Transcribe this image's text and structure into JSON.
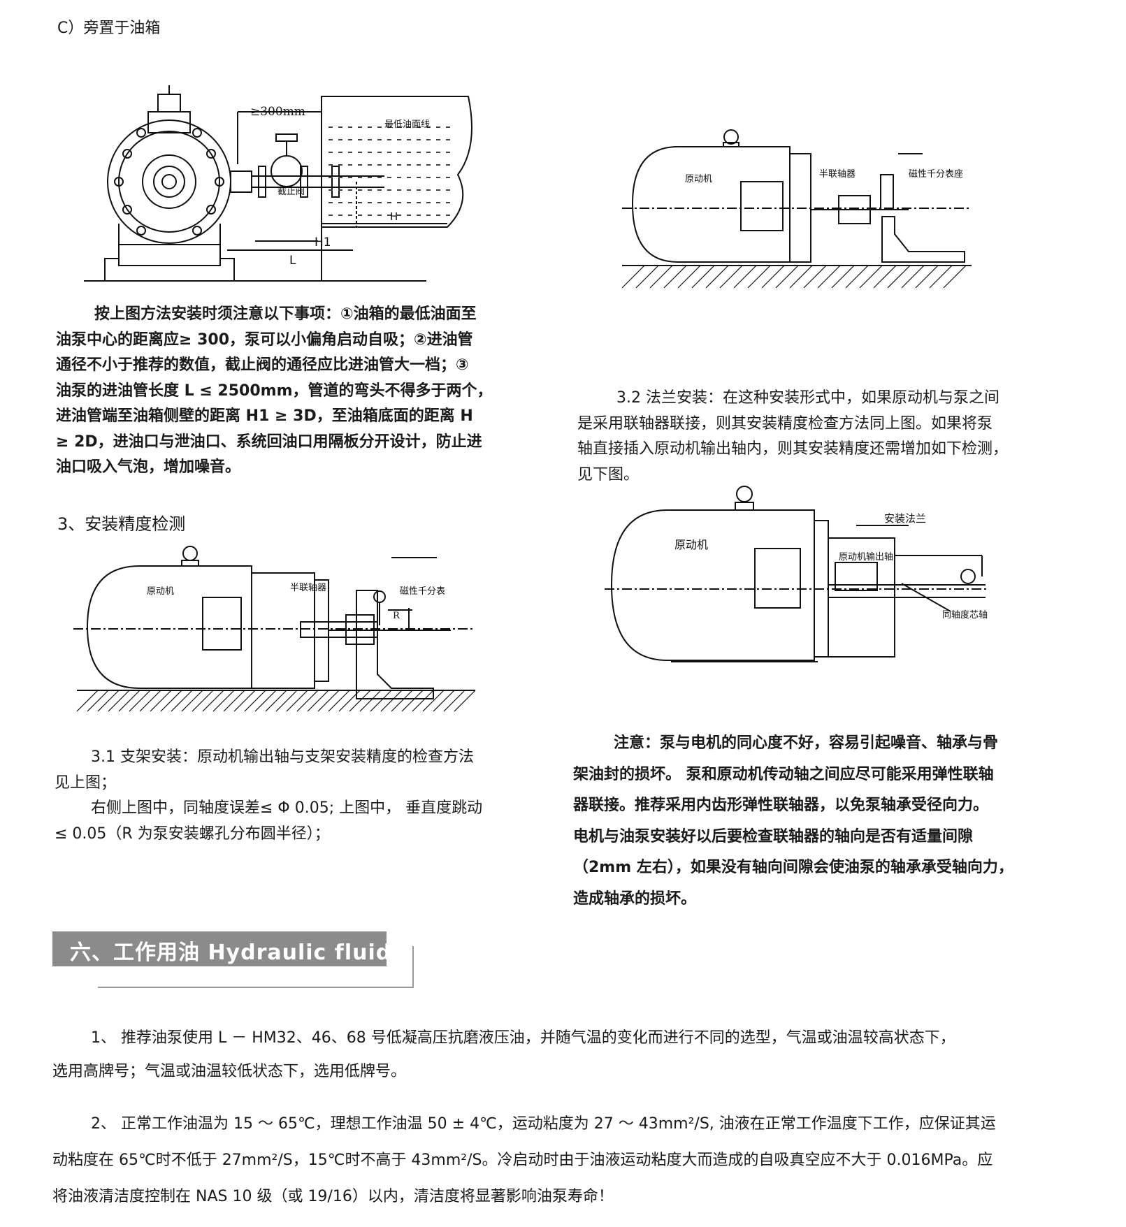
{
  "section_c_title": "C）旁置于油箱",
  "fig1": {
    "dim_300": "≥300mm",
    "min_oil_line": "最低油面线",
    "valve": "截止阀",
    "H": "H",
    "H1": "H1",
    "L": "L"
  },
  "install_note": {
    "lines": [
      "按上图方法安装时须注意以下事项：①油箱的最低油面至",
      "油泵中心的距离应≥ 300，泵可以小偏角启动自吸；②进油管",
      "通径不小于推荐的数值，截止阀的通径应比进油管大一档；③",
      "油泵的进油管长度 L ≤ 2500mm，管道的弯头不得多于两个，",
      "进油管端至油箱侧壁的距离 H1 ≥ 3D，至油箱底面的距离 H",
      "≥ 2D，进油口与泄油口、系统回油口用隔板分开设计，防止进",
      "油口吸入气泡，增加噪音。"
    ]
  },
  "section3_title": "3、安装精度检测",
  "fig3": {
    "motor": "原动机",
    "coupling": "半联轴器",
    "gauge": "磁性千分表",
    "R": "R"
  },
  "para31": {
    "lines": [
      "3.1 支架安装：原动机输出轴与支架安装精度的检查方法",
      "见上图；",
      "右侧上图中，同轴度误差≤ Φ 0.05; 上图中， 垂直度跳动",
      "≤ 0.05（R 为泵安装螺孔分布圆半径）；"
    ]
  },
  "fig2": {
    "motor": "原动机",
    "coupling": "半联轴器",
    "gauge_base": "磁性千分表座"
  },
  "para32": {
    "lines": [
      "3.2 法兰安装：在这种安装形式中，如果原动机与泵之间",
      "是采用联轴器联接，则其安装精度检查方法同上图。如果将泵",
      "轴直接插入原动机输出轴内，则其安装精度还需增加如下检测，",
      "见下图。"
    ]
  },
  "fig4": {
    "motor": "原动机",
    "flange": "安装法兰",
    "output_shaft": "原动机输出轴",
    "mandrel": "同轴度芯轴"
  },
  "caution": {
    "lines": [
      "注意：泵与电机的同心度不好，容易引起噪音、轴承与骨",
      "架油封的损坏。 泵和原动机传动轴之间应尽可能采用弹性联轴",
      "器联接。推荐采用内齿形弹性联轴器，以免泵轴承受径向力。",
      "电机与油泵安装好以后要检查联轴器的轴向是否有适量间隙",
      "（2mm 左右），如果没有轴向间隙会使油泵的轴承承受轴向力，",
      "造成轴承的损坏。"
    ]
  },
  "section6_title": "六、工作用油 Hydraulic fluid",
  "fluid_para1": {
    "lines": [
      "1、 推荐油泵使用 L － HM32、46、68 号低凝高压抗磨液压油，并随气温的变化而进行不同的选型，气温或油温较高状态下，",
      "选用高牌号；气温或油温较低状态下，选用低牌号。"
    ]
  },
  "fluid_para2": {
    "lines": [
      "2、 正常工作油温为 15 ～ 65℃，理想工作油温 50 ± 4℃，运动粘度为 27 ～ 43mm²/S, 油液在正常工作温度下工作，应保证其运",
      "动粘度在 65℃时不低于 27mm²/S，15℃时不高于 43mm²/S。冷启动时由于油液运动粘度大而造成的自吸真空应不大于 0.016MPa。应",
      "将油液清洁度控制在 NAS 10 级（或 19/16）以内，清洁度将显著影响油泵寿命！"
    ]
  }
}
